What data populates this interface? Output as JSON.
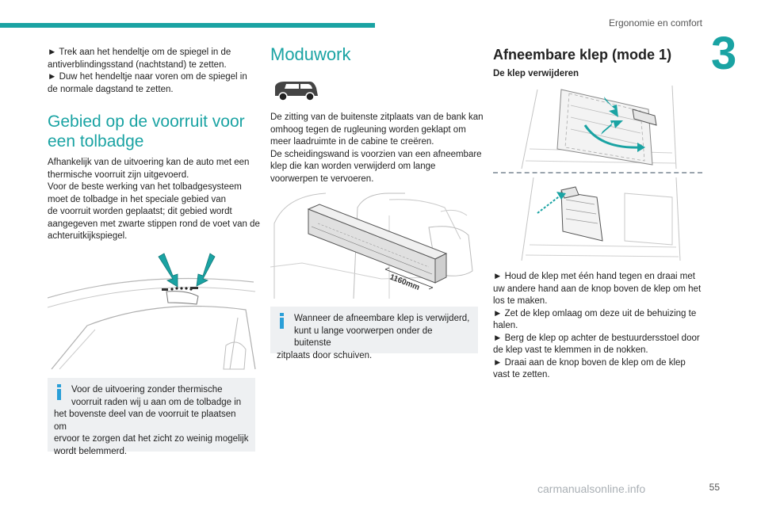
{
  "header": {
    "section_title": "Ergonomie en comfort",
    "chapter_number": "3"
  },
  "col1": {
    "intro_lines": [
      "► Trek aan het hendeltje om de spiegel in de",
      "antiverblindingsstand (nachtstand) te zetten.",
      "► Duw het hendeltje naar voren om de spiegel in",
      "de normale dagstand te zetten."
    ],
    "heading_lines": [
      "Gebied op de voorruit voor",
      "een tolbadge"
    ],
    "body_lines": [
      "Afhankelijk van de uitvoering kan de auto met een",
      "thermische voorruit zijn uitgevoerd.",
      "Voor de beste werking van het tolbadgesysteem",
      "moet de tolbadge in het speciale gebied van",
      "de voorruit worden geplaatst; dit gebied wordt",
      "aangegeven met zwarte stippen rond de voet van de",
      "achteruitkijkspiegel."
    ],
    "info_lines": [
      "Voor de uitvoering zonder thermische",
      "voorruit raden wij u aan om de tolbadge in",
      "het bovenste deel van de voorruit te plaatsen om",
      "ervoor te zorgen dat het zicht zo weinig mogelijk",
      "wordt belemmerd."
    ]
  },
  "col2": {
    "heading": "Moduwork",
    "body_lines": [
      "De zitting van de buitenste zitplaats van de bank kan",
      "omhoog tegen de rugleuning worden geklapt om",
      "meer laadruimte in de cabine te creëren.",
      "De scheidingswand is voorzien van een afneembare",
      "klep die kan worden verwijderd om lange",
      "voorwerpen te vervoeren."
    ],
    "figure_label": "1160mm",
    "info_lines": [
      "Wanneer de afneembare klep is verwijderd,",
      "kunt u lange voorwerpen onder de buitenste",
      "zitplaats door schuiven."
    ]
  },
  "col3": {
    "heading": "Afneembare klep (mode 1)",
    "subheading": "De klep verwijderen",
    "body_lines": [
      "► Houd de klep met één hand tegen en draai met",
      "uw andere hand aan de knop boven de klep om het",
      "los te maken.",
      "► Zet de klep omlaag om deze uit de behuizing te",
      "halen.",
      "► Berg de klep op achter de bestuurdersstoel door",
      "de klep vast te klemmen in de nokken.",
      "► Draai aan de knop boven de klep om de klep",
      "vast te zetten."
    ]
  },
  "footer": {
    "watermark": "carmanualsonline.info",
    "page_number": "55"
  },
  "colors": {
    "accent": "#1aa3a3",
    "info_bg": "#eef0f2",
    "info_icon": "#2a9fd8"
  }
}
